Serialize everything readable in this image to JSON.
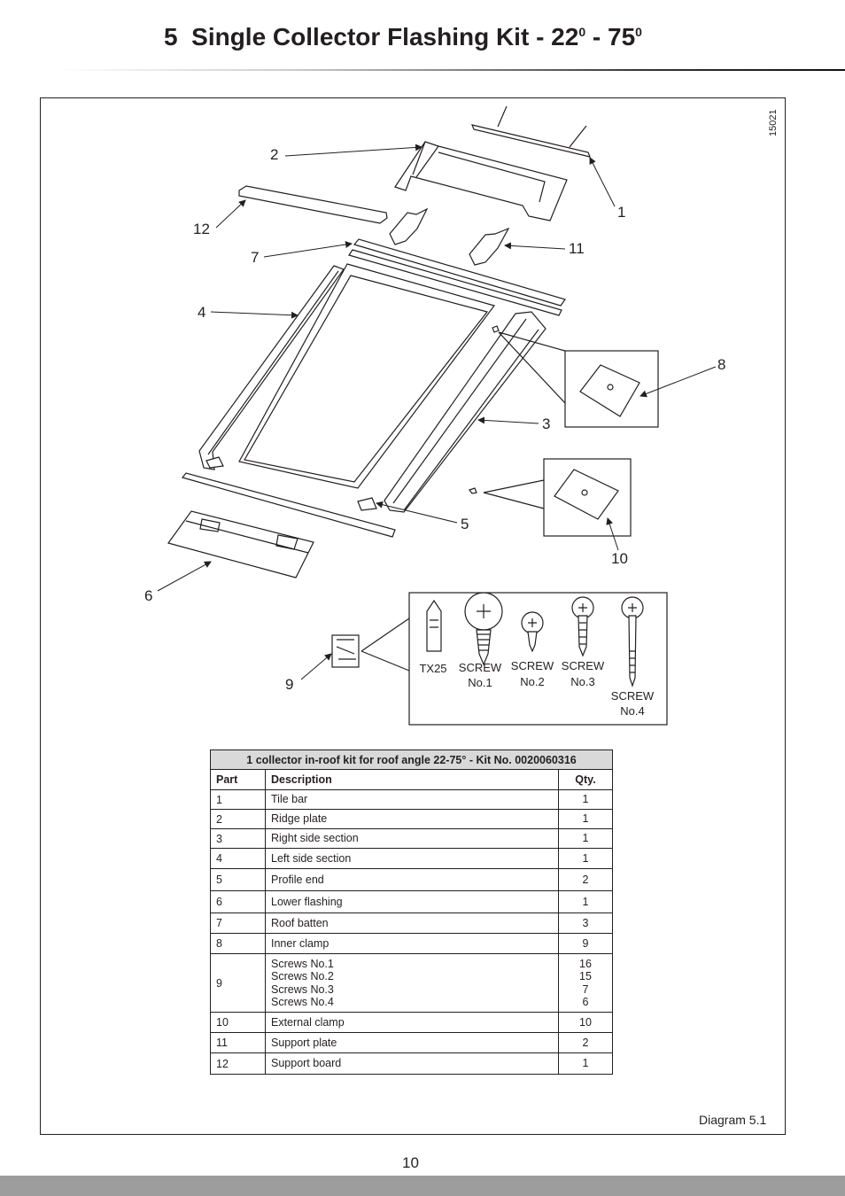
{
  "header": {
    "section": "5",
    "title": "Single Collector Flashing Kit - 22",
    "angle_min_sup": "0",
    "dash": "- 75",
    "angle_max_sup": "0"
  },
  "diagram": {
    "ref_code": "15021",
    "callouts": [
      "1",
      "2",
      "3",
      "4",
      "5",
      "6",
      "7",
      "8",
      "9",
      "10",
      "11",
      "12"
    ],
    "tools": [
      {
        "label": "TX25"
      },
      {
        "label": "SCREW",
        "sub": "No.1"
      },
      {
        "label": "SCREW",
        "sub": "No.2"
      },
      {
        "label": "SCREW",
        "sub": "No.3"
      },
      {
        "label": "SCREW",
        "sub": "No.4"
      }
    ],
    "caption": "Diagram 5.1"
  },
  "parts_table": {
    "caption": "1 collector in-roof kit for roof angle 22-75° - Kit No. 0020060316",
    "headers": {
      "part": "Part",
      "description": "Description",
      "qty": "Qty."
    },
    "rows": [
      {
        "part": "1",
        "description": [
          "Tile bar"
        ],
        "qty": [
          "1"
        ]
      },
      {
        "part": "2",
        "description": [
          "Ridge plate"
        ],
        "qty": [
          "1"
        ]
      },
      {
        "part": "3",
        "description": [
          "Right side section"
        ],
        "qty": [
          "1"
        ]
      },
      {
        "part": "4",
        "description": [
          "Left side section"
        ],
        "qty": [
          "1"
        ]
      },
      {
        "part": "5",
        "description": [
          "Profile end"
        ],
        "qty": [
          "2"
        ]
      },
      {
        "part": "6",
        "description": [
          "Lower flashing"
        ],
        "qty": [
          "1"
        ]
      },
      {
        "part": "7",
        "description": [
          "Roof batten"
        ],
        "qty": [
          "3"
        ]
      },
      {
        "part": "8",
        "description": [
          "Inner clamp"
        ],
        "qty": [
          "9"
        ]
      },
      {
        "part": "9",
        "description": [
          "Screws No.1",
          "Screws No.2",
          "Screws No.3",
          "Screws No.4"
        ],
        "qty": [
          "16",
          "15",
          "7",
          "6"
        ]
      },
      {
        "part": "10",
        "description": [
          "External clamp"
        ],
        "qty": [
          "10"
        ]
      },
      {
        "part": "11",
        "description": [
          "Support plate"
        ],
        "qty": [
          "2"
        ]
      },
      {
        "part": "12",
        "description": [
          "Support board"
        ],
        "qty": [
          "1"
        ]
      }
    ]
  },
  "footer": {
    "page_number": "10"
  },
  "colors": {
    "ink": "#231f20",
    "table_header": "#d9d9d9",
    "footer_bar": "#9d9d9d"
  }
}
